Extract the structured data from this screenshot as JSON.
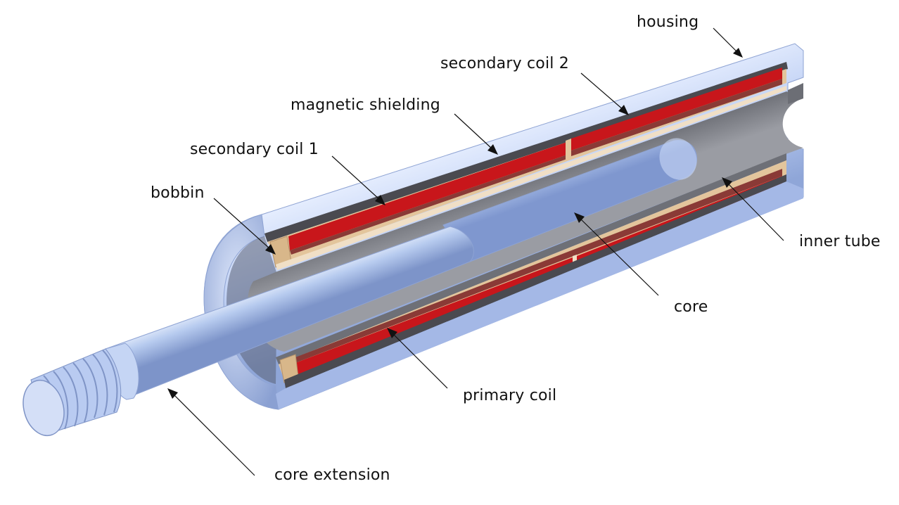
{
  "labels": {
    "housing": "housing",
    "secondary_coil_2": "secondary coil 2",
    "magnetic_shielding": "magnetic shielding",
    "secondary_coil_1": "secondary coil 1",
    "bobbin": "bobbin",
    "inner_tube": "inner tube",
    "core": "core",
    "primary_coil": "primary coil",
    "core_extension": "core extension"
  },
  "colors": {
    "housing": "#b9cbf1",
    "coil": "#c8161b",
    "bobbin": "#e3c59c",
    "shielding": "#4a4a50",
    "inner_tube": "#8a8c92",
    "core": "#a9c2ee"
  }
}
